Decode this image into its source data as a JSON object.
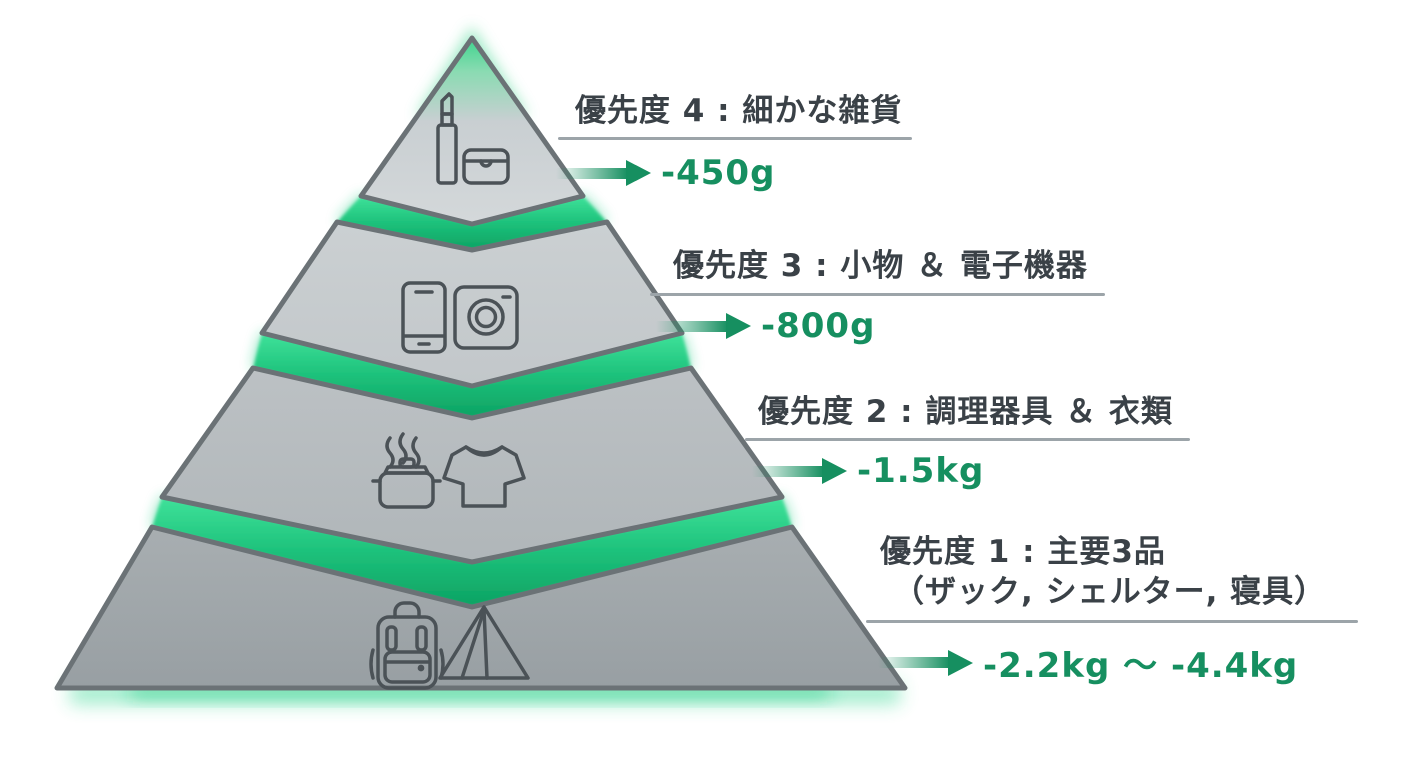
{
  "diagram": {
    "type": "layered-pyramid",
    "theme": {
      "accent_green": "#168f60",
      "band_green_bright": "#3fe29a",
      "band_green_deep": "#0da263",
      "tier_fill_top": "#d3d7d9",
      "tier_fill_bottom": "#9ba1a5",
      "tier_stroke": "#6b7276",
      "title_color": "#3a4147",
      "underline_color": "#9ca4a9"
    },
    "tiers": [
      {
        "priority": 4,
        "label": "優先度 4 : 細かな雑貨",
        "value": "-450g",
        "icons": [
          "lipstick-icon",
          "pouch-icon"
        ]
      },
      {
        "priority": 3,
        "label": "優先度 3 : 小物 ＆ 電子機器",
        "value": "-800g",
        "icons": [
          "smartphone-icon",
          "camera-icon"
        ]
      },
      {
        "priority": 2,
        "label": "優先度 2 : 調理器具 ＆ 衣類",
        "value": "-1.5kg",
        "icons": [
          "pot-icon",
          "tshirt-icon"
        ]
      },
      {
        "priority": 1,
        "label": "優先度 1 : 主要3品",
        "label_line2": "（ザック, シェルター, 寝具）",
        "value": "-2.2kg ～ -4.4kg",
        "icons": [
          "backpack-icon",
          "tent-icon"
        ]
      }
    ]
  }
}
